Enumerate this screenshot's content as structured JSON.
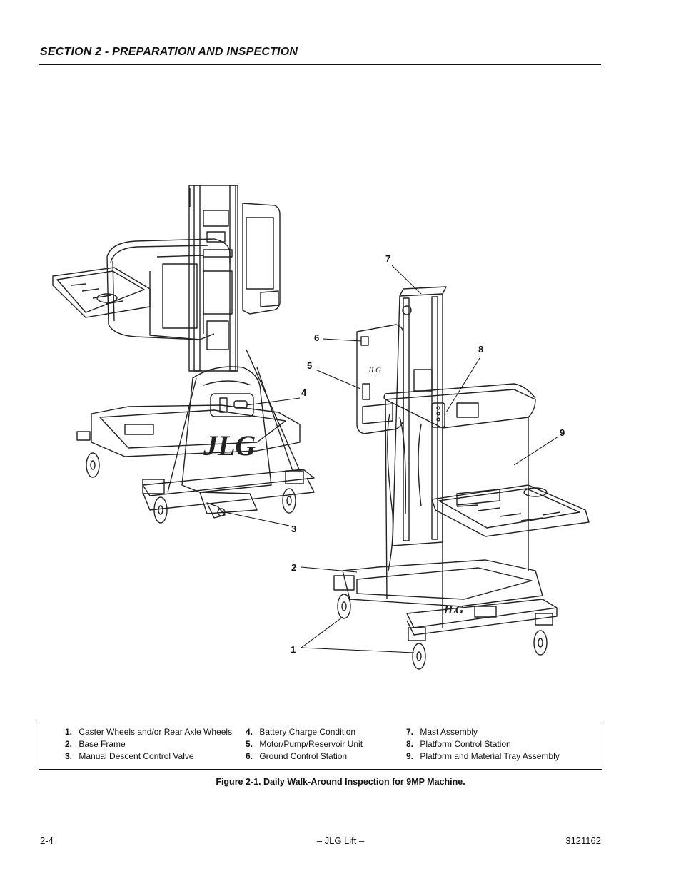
{
  "header": {
    "section_title": "SECTION 2 - PREPARATION AND INSPECTION"
  },
  "figure": {
    "callouts": [
      "1",
      "2",
      "3",
      "4",
      "5",
      "6",
      "7",
      "8",
      "9"
    ],
    "logo_text": "JLG"
  },
  "legend": {
    "columns": [
      [
        {
          "num": "1.",
          "text": "Caster Wheels and/or Rear Axle Wheels"
        },
        {
          "num": "2.",
          "text": "Base Frame"
        },
        {
          "num": "3.",
          "text": "Manual Descent Control Valve"
        }
      ],
      [
        {
          "num": "4.",
          "text": "Battery Charge Condition"
        },
        {
          "num": "5.",
          "text": "Motor/Pump/Reservoir Unit"
        },
        {
          "num": "6.",
          "text": "Ground Control Station"
        }
      ],
      [
        {
          "num": "7.",
          "text": "Mast Assembly"
        },
        {
          "num": "8.",
          "text": "Platform Control Station"
        },
        {
          "num": "9.",
          "text": "Platform and Material Tray Assembly"
        }
      ]
    ]
  },
  "caption": "Figure 2-1.  Daily Walk-Around Inspection for 9MP Machine.",
  "footer": {
    "page_number": "2-4",
    "center": "– JLG Lift –",
    "doc_number": "3121162"
  }
}
